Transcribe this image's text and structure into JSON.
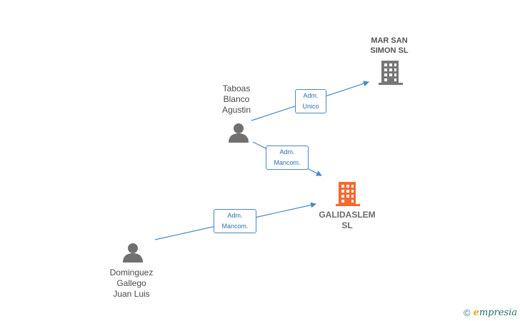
{
  "nodes": {
    "mar_san_simon": {
      "label": "MAR SAN\nSIMON  SL",
      "kind": "company",
      "color": "#777777"
    },
    "taboas": {
      "label": "Taboas\nBlanco\nAgustin",
      "kind": "person",
      "color": "#707070"
    },
    "galidaslem": {
      "label": "GALIDASLEM\nSL",
      "kind": "company",
      "color": "#f26a32"
    },
    "dominguez": {
      "label": "Dominguez\nGallego\nJuan Luis",
      "kind": "person",
      "color": "#707070"
    }
  },
  "edges": {
    "taboas_to_mar": {
      "label": "Adm.\nUnico"
    },
    "taboas_to_galidaslem": {
      "label": "Adm.\nMancom."
    },
    "dominguez_to_galidaslem": {
      "label": "Adm.\nMancom."
    }
  },
  "colors": {
    "edge": "#4a86c8"
  },
  "watermark": {
    "copyright": "©",
    "brand_initial": "e",
    "brand_rest": "mpresia"
  }
}
